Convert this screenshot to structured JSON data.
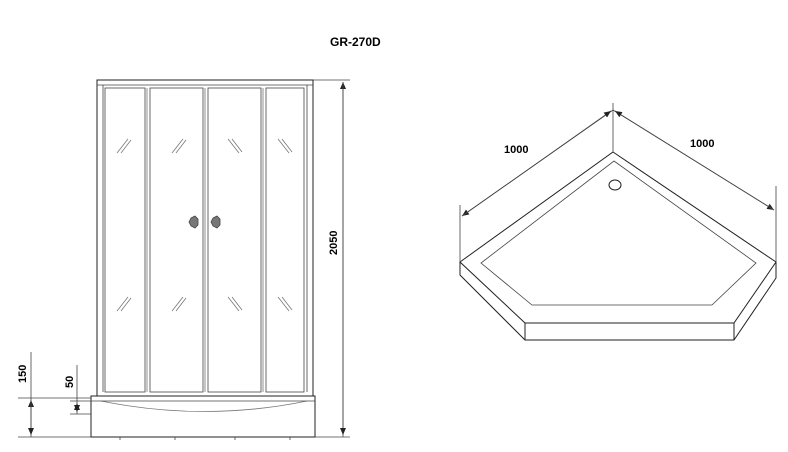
{
  "title": "GR-270D",
  "front_view": {
    "height_dim": "2050",
    "tray_height_dim": "150",
    "step_dim": "50"
  },
  "top_view": {
    "left_side_dim": "1000",
    "right_side_dim": "1000"
  }
}
